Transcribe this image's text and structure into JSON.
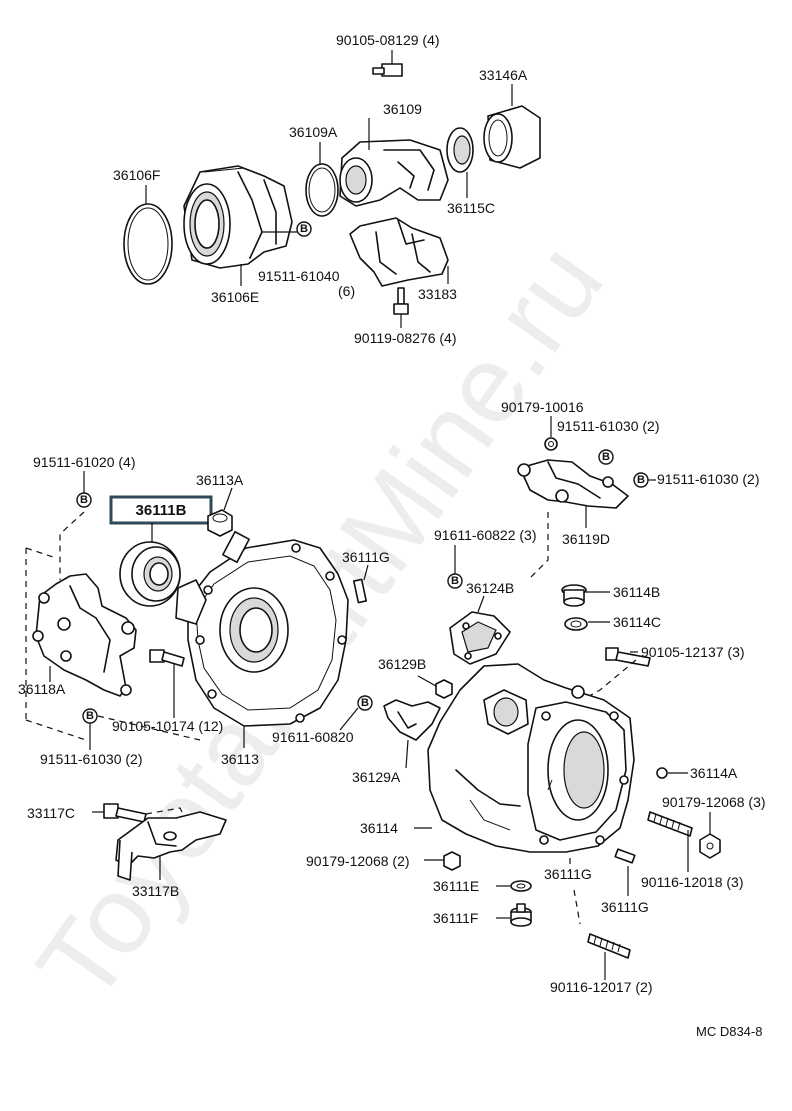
{
  "watermark": "ToyotaPartMine.ru",
  "highlighted_part": "36111B",
  "diagram_ref": "MC D834-8",
  "labels": {
    "l_90105_08129": "90105-08129 (4)",
    "l_33146A": "33146A",
    "l_36109": "36109",
    "l_36109A": "36109A",
    "l_36106F": "36106F",
    "l_36115C": "36115C",
    "l_91511_61040": "91511-61040",
    "l_91511_61040_qty": "(6)",
    "l_33183": "33183",
    "l_36106E": "36106E",
    "l_90119_08276": "90119-08276 (4)",
    "l_90179_10016": "90179-10016",
    "l_91511_61030_a": "91511-61030 (2)",
    "l_91511_61030_b": "91511-61030 (2)",
    "l_91511_61020": "91511-61020 (4)",
    "l_36113A": "36113A",
    "l_36111B": "36111B",
    "l_36119D": "36119D",
    "l_91611_60822": "91611-60822 (3)",
    "l_36111G_a": "36111G",
    "l_36124B": "36124B",
    "l_36114B": "36114B",
    "l_36114C": "36114C",
    "l_90105_12137": "90105-12137 (3)",
    "l_36118A": "36118A",
    "l_36129B": "36129B",
    "l_90105_10174": "90105-10174 (12)",
    "l_91611_60820": "91611-60820",
    "l_36113": "36113",
    "l_91511_61030_c": "91511-61030 (2)",
    "l_36129A": "36129A",
    "l_36114A": "36114A",
    "l_33117C": "33117C",
    "l_90179_12068_a": "90179-12068 (3)",
    "l_36114": "36114",
    "l_90179_12068_b": "90179-12068 (2)",
    "l_36111E": "36111E",
    "l_36111G_b": "36111G",
    "l_90116_12018": "90116-12018 (3)",
    "l_33117B": "33117B",
    "l_36111G_c": "36111G",
    "l_36111F": "36111F",
    "l_90116_12017": "90116-12017 (2)"
  },
  "badge_letter": "B"
}
